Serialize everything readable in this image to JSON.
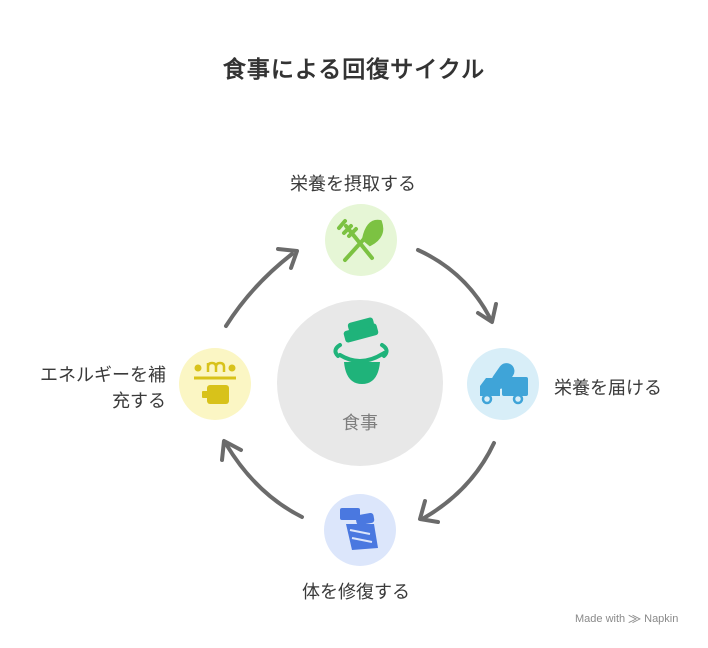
{
  "title": "食事による回復サイクル",
  "center": {
    "label": "食事",
    "icon": "food-bowl-icon",
    "color": "#e8e8e8"
  },
  "nodes": [
    {
      "id": "intake",
      "label": "栄養を摂取する",
      "icon": "fork-spoon-icon",
      "bg": "#e6f6d6",
      "fg": "#7cc242"
    },
    {
      "id": "deliver",
      "label": "栄養を届ける",
      "icon": "delivery-truck-icon",
      "bg": "#d8eef8",
      "fg": "#3fa4d8"
    },
    {
      "id": "repair",
      "label": "体を修復する",
      "icon": "bandaged-hand-icon",
      "bg": "#dce6fb",
      "fg": "#4a78e0"
    },
    {
      "id": "replenish",
      "label": "エネルギーを補\n充する",
      "icon": "battery-charge-icon",
      "bg": "#fbf6c4",
      "fg": "#d8c21a"
    }
  ],
  "credit": {
    "label": "Made with",
    "brand": "Napkin"
  }
}
